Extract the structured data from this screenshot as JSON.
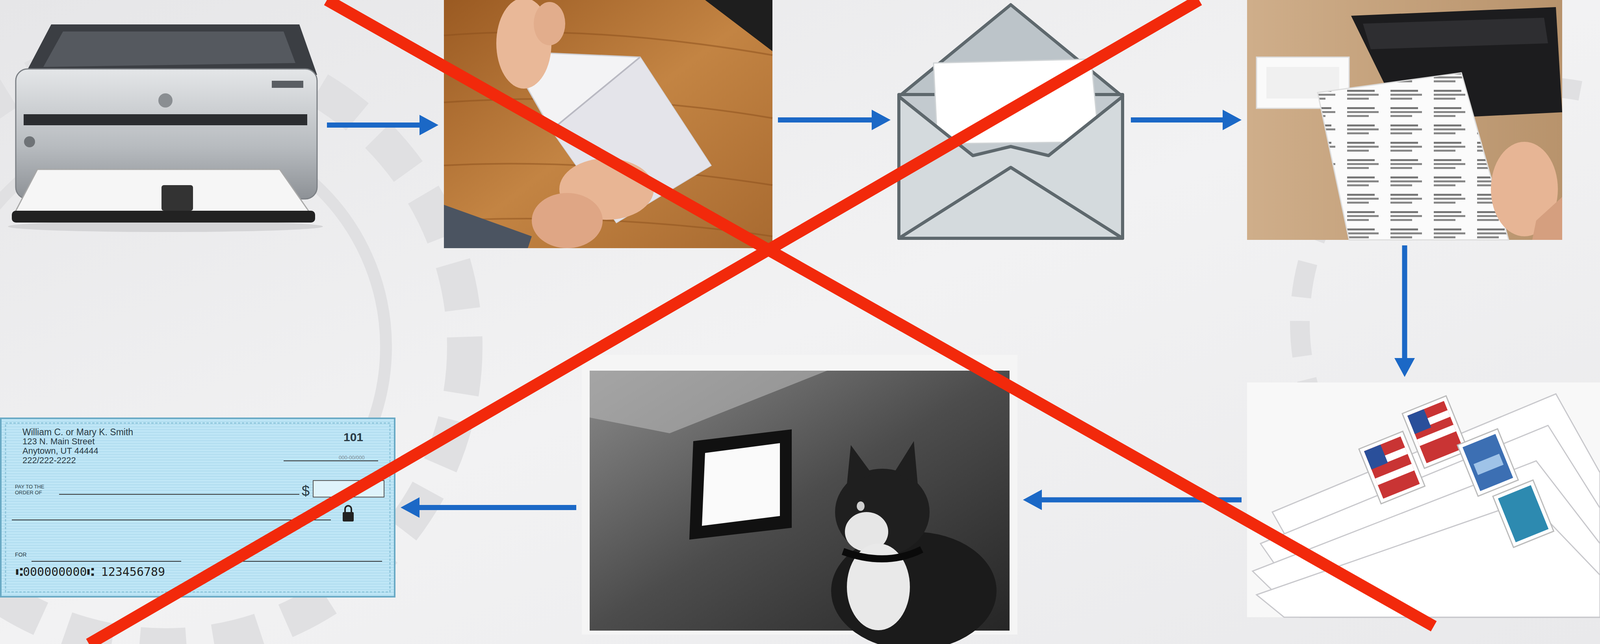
{
  "diagram": {
    "nodes": [
      {
        "text": []
      },
      {
        "text": []
      },
      {
        "text": []
      },
      {
        "text": []
      },
      {
        "text": []
      },
      {
        "text": []
      },
      {
        "text": [
          "William C. or Mary K. Smith",
          "123 N. Main Street",
          "Anytown, UT 44444",
          "222/222-2222",
          "101",
          "000-00/000",
          "PAY TO THE ORDER OF",
          "$",
          "FOR",
          "⑆000000000⑆ 123456789"
        ]
      }
    ],
    "edges": [
      {
        "from": 0,
        "to": 1,
        "arrow": "to"
      },
      {
        "from": 1,
        "to": 2,
        "arrow": "to"
      },
      {
        "from": 2,
        "to": 3,
        "arrow": "to"
      },
      {
        "from": 3,
        "to": 4,
        "arrow": "to"
      },
      {
        "from": 4,
        "to": 5,
        "arrow": "to"
      },
      {
        "from": 5,
        "to": 6,
        "arrow": "to"
      }
    ]
  }
}
